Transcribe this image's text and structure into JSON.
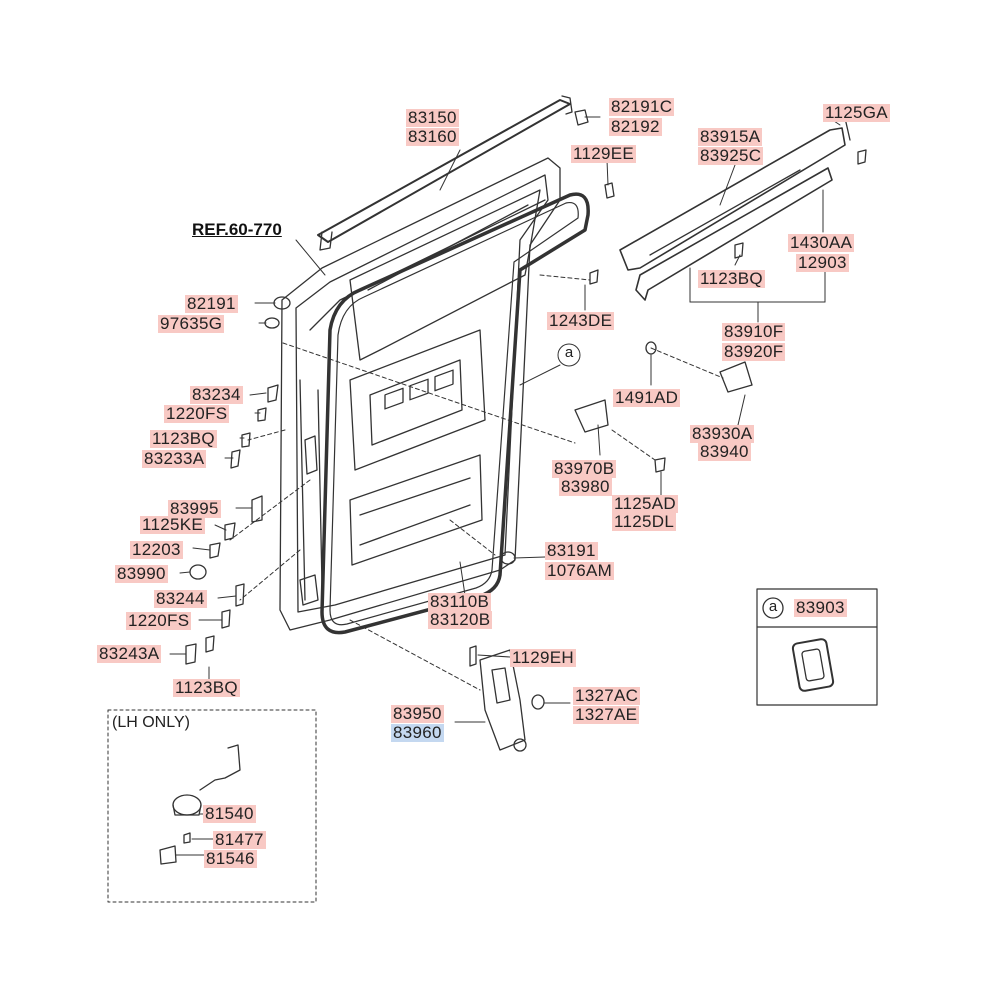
{
  "diagram": {
    "reference": "REF.60-770",
    "lh_only_note": "(LH ONLY)",
    "callout_letter": "a",
    "callout_part": "83903",
    "parts": [
      {
        "id": "p83150",
        "code": "83150"
      },
      {
        "id": "p83160",
        "code": "83160"
      },
      {
        "id": "p82191C",
        "code": "82191C"
      },
      {
        "id": "p82192",
        "code": "82192"
      },
      {
        "id": "p1129EE",
        "code": "1129EE"
      },
      {
        "id": "p1125GA",
        "code": "1125GA"
      },
      {
        "id": "p83915A",
        "code": "83915A"
      },
      {
        "id": "p83925C",
        "code": "83925C"
      },
      {
        "id": "p82191",
        "code": "82191"
      },
      {
        "id": "p97635G",
        "code": "97635G"
      },
      {
        "id": "p1430AA",
        "code": "1430AA"
      },
      {
        "id": "p12903",
        "code": "12903"
      },
      {
        "id": "p1123BQ_r",
        "code": "1123BQ"
      },
      {
        "id": "p1243DE",
        "code": "1243DE"
      },
      {
        "id": "p83910F",
        "code": "83910F"
      },
      {
        "id": "p83920F",
        "code": "83920F"
      },
      {
        "id": "p83234",
        "code": "83234"
      },
      {
        "id": "p1220FS_a",
        "code": "1220FS"
      },
      {
        "id": "p1123BQ_a",
        "code": "1123BQ"
      },
      {
        "id": "p83233A",
        "code": "83233A"
      },
      {
        "id": "p1491AD",
        "code": "1491AD"
      },
      {
        "id": "p83930A",
        "code": "83930A"
      },
      {
        "id": "p83940",
        "code": "83940"
      },
      {
        "id": "p83970B",
        "code": "83970B"
      },
      {
        "id": "p83980",
        "code": "83980"
      },
      {
        "id": "p83995",
        "code": "83995"
      },
      {
        "id": "p1125KE",
        "code": "1125KE"
      },
      {
        "id": "p1125AD",
        "code": "1125AD"
      },
      {
        "id": "p1125DL",
        "code": "1125DL"
      },
      {
        "id": "p12203",
        "code": "12203"
      },
      {
        "id": "p83990",
        "code": "83990"
      },
      {
        "id": "p83191",
        "code": "83191"
      },
      {
        "id": "p1076AM",
        "code": "1076AM"
      },
      {
        "id": "p83244",
        "code": "83244"
      },
      {
        "id": "p1220FS_b",
        "code": "1220FS"
      },
      {
        "id": "p83110B",
        "code": "83110B"
      },
      {
        "id": "p83120B",
        "code": "83120B"
      },
      {
        "id": "p83243A",
        "code": "83243A"
      },
      {
        "id": "p1129EH",
        "code": "1129EH"
      },
      {
        "id": "p1123BQ_b",
        "code": "1123BQ"
      },
      {
        "id": "p1327AC",
        "code": "1327AC"
      },
      {
        "id": "p1327AE",
        "code": "1327AE"
      },
      {
        "id": "p83950",
        "code": "83950"
      },
      {
        "id": "p83960",
        "code": "83960",
        "selected": true
      },
      {
        "id": "p81540",
        "code": "81540"
      },
      {
        "id": "p81477",
        "code": "81477"
      },
      {
        "id": "p81546",
        "code": "81546"
      }
    ]
  },
  "colors": {
    "label_highlight": "#f8c9c4",
    "selected_highlight": "#c4d8f0",
    "line": "#333333"
  }
}
